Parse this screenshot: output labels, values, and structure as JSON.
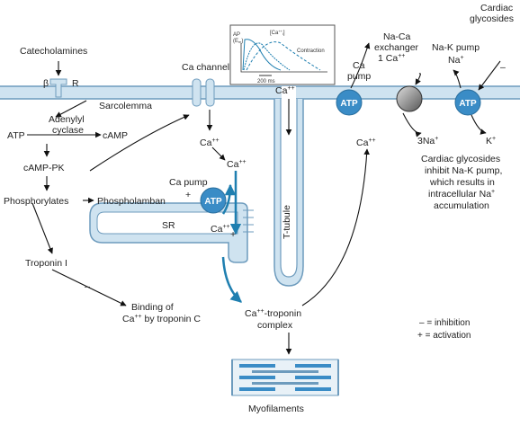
{
  "labels": {
    "catecholamines": "Catecholamines",
    "beta": "β",
    "receptor": "R",
    "sarcolemma": "Sarcolemma",
    "atp": "ATP",
    "adenylyl": "Adenylyl",
    "cyclase": "cyclase",
    "camp": "cAMP",
    "camp_pk": "cAMP-PK",
    "phosphorylates": "Phosphorylates",
    "phospholamban": "Phospholamban",
    "troponin_i": "Troponin I",
    "binding_line1": "Binding of",
    "binding_line2": "Ca",
    "binding_line2b": "by troponin C",
    "ca_channel": "Ca channel",
    "ca": "Ca",
    "pp": "++",
    "ca_pump": "Ca pump",
    "sr": "SR",
    "t_tubule": "T-tubule",
    "ca_troponin_1": "Ca",
    "ca_troponin_1b": "-troponin",
    "ca_troponin_2": "complex",
    "myofilaments": "Myofilaments",
    "ca_pump_right_1": "Ca",
    "ca_pump_right_2": "pump",
    "na_ca_1": "Na-Ca",
    "na_ca_2": "exchanger",
    "na_ca_3": "1 Ca",
    "na_k_1": "Na-K pump",
    "na_k_2": "Na",
    "plus_sup": "+",
    "three_na": "3Na",
    "k": "K",
    "cardiac_gly_1": "Cardiac",
    "cardiac_gly_2": "glycosides",
    "inhibit_1": "Cardiac glycosides",
    "inhibit_2": "inhibit Na-K pump,",
    "inhibit_3": "which results in",
    "inhibit_4": "intracellular Na",
    "inhibit_5": "accumulation",
    "minus": "–",
    "plus": "+",
    "legend_inhibition": "– = inhibition",
    "legend_activation": "+ = activation"
  },
  "inset": {
    "ap": "AP",
    "em": "(E",
    "em_sub": "m",
    "em_close": ")",
    "ca_i": "[Ca",
    "ca_i_sup": "++",
    "ca_i_sub": "i",
    "ca_i_close": "]",
    "contraction": "Contraction",
    "time": "200 ms"
  },
  "colors": {
    "membrane_fill": "#cfe3f0",
    "membrane_stroke": "#6d9bbd",
    "arrow_blue": "#1f7fb0",
    "atp_fill": "#3a8cc6",
    "arrow_black": "#111111"
  },
  "icons": {
    "receptor": "receptor-icon",
    "exchanger": "exchanger-sphere-icon"
  }
}
